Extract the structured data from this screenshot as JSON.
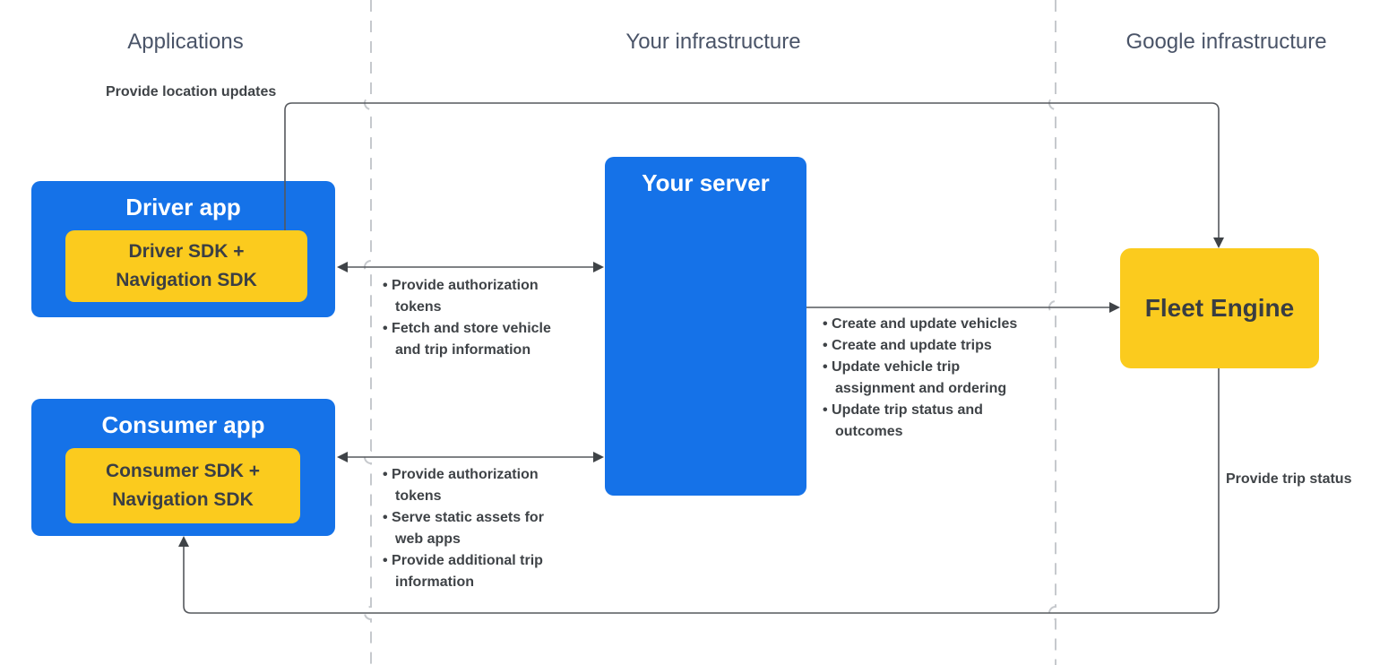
{
  "colors": {
    "node_blue": "#1572e8",
    "node_yellow": "#fbcb1e",
    "connector_gray": "#55585d",
    "divider_gray": "#c6c9cd",
    "text_dark": "#3f4347",
    "header_slate": "#4a5468"
  },
  "headers": {
    "applications": "Applications",
    "your_infrastructure": "Your infrastructure",
    "google_infrastructure": "Google infrastructure"
  },
  "labels": {
    "provide_location_updates": "Provide location updates",
    "provide_trip_status": "Provide trip status"
  },
  "nodes": {
    "driver_app": {
      "title": "Driver app",
      "sdk_line1": "Driver SDK +",
      "sdk_line2": "Navigation SDK"
    },
    "consumer_app": {
      "title": "Consumer app",
      "sdk_line1": "Consumer SDK +",
      "sdk_line2": "Navigation SDK"
    },
    "your_server": {
      "title": "Your server"
    },
    "fleet_engine": {
      "title": "Fleet Engine"
    }
  },
  "lists": {
    "driver_to_server": {
      "items": [
        "Provide authorization tokens",
        "Fetch and store vehicle and trip information"
      ]
    },
    "consumer_to_server": {
      "items": [
        "Provide authorization tokens",
        "Serve static assets for web apps",
        "Provide additional trip information"
      ]
    },
    "server_to_fleet": {
      "items": [
        "Create and update vehicles",
        "Create and update trips",
        "Update vehicle trip assignment and ordering",
        "Update trip status and outcomes"
      ]
    }
  }
}
